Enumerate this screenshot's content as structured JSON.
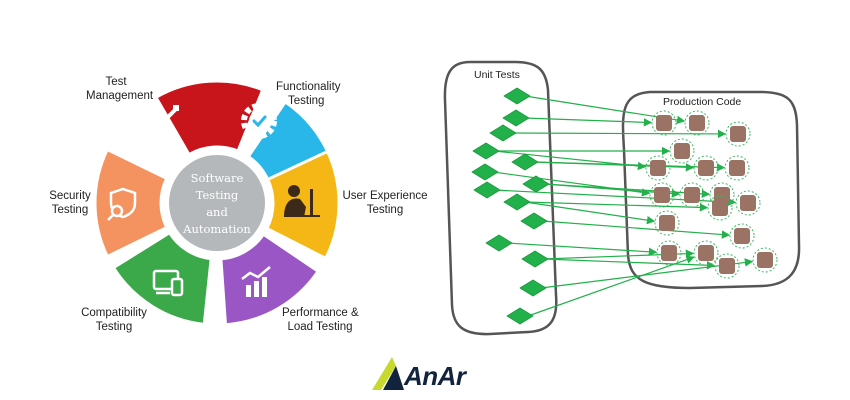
{
  "wheel": {
    "center_lines": [
      "Software",
      "Testing",
      "and",
      "Automation"
    ],
    "segments": [
      {
        "name": "test-management",
        "label_lines": [
          "Test",
          "Management"
        ],
        "color": "#c8151b",
        "icon": "wrench-screwdriver-icon"
      },
      {
        "name": "functionality-testing",
        "label_lines": [
          "Functionality",
          "Testing"
        ],
        "color": "#29b6e8",
        "icon": "gear-check-icon"
      },
      {
        "name": "user-experience-testing",
        "label_lines": [
          "User Experience",
          "Testing"
        ],
        "color": "#f5b715",
        "icon": "user-at-computer-icon"
      },
      {
        "name": "performance-load-testing",
        "label_lines": [
          "Performance &",
          "Load Testing"
        ],
        "color": "#9b56c5",
        "icon": "chart-growth-icon"
      },
      {
        "name": "compatibility-testing",
        "label_lines": [
          "Compatibility",
          "Testing"
        ],
        "color": "#3ba84a",
        "icon": "devices-icon"
      },
      {
        "name": "security-testing",
        "label_lines": [
          "Security",
          "Testing"
        ],
        "color": "#f4935f",
        "icon": "shield-search-icon"
      }
    ]
  },
  "diagram": {
    "unit_tests_label": "Unit Tests",
    "production_code_label": "Production Code",
    "test_color": "#22b04a",
    "code_color": "#9a7364",
    "arrow_color": "#22b04a"
  },
  "logo": {
    "text": "AnAr"
  }
}
